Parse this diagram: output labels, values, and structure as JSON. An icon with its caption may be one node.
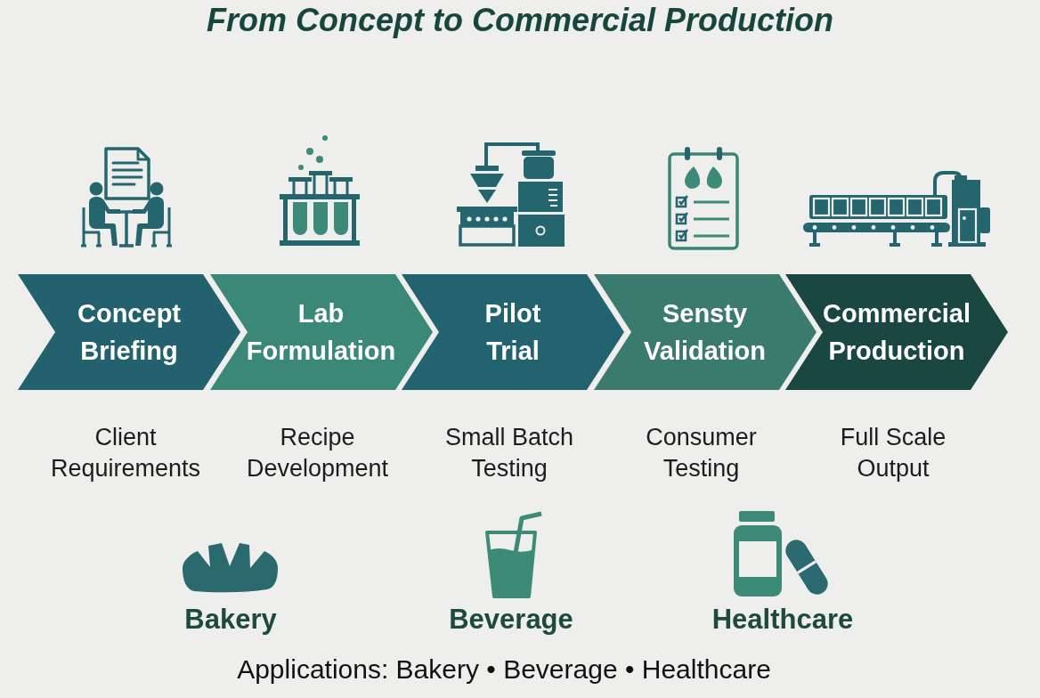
{
  "diagram": {
    "title": "From Concept to Commercial Production",
    "nodes": [
      {
        "text": [
          "Concept Briefing"
        ],
        "beside": [
          "Client Requirements"
        ]
      },
      {
        "text": [
          "Lab Formulation"
        ],
        "beside": [
          "Recipe Development"
        ]
      },
      {
        "text": [
          "Pilot Trial"
        ],
        "beside": [
          "Small Batch Testing"
        ]
      },
      {
        "text": [
          "Sensty Validation"
        ],
        "beside": [
          "Consumer Testing"
        ]
      },
      {
        "text": [
          "Commercial Production"
        ],
        "beside": [
          "Full Scale Output"
        ]
      }
    ],
    "labels": [
      "Bakery",
      "Beverage",
      "Healthcare",
      "Applications: Bakery • Beverage • Healthcare"
    ]
  }
}
